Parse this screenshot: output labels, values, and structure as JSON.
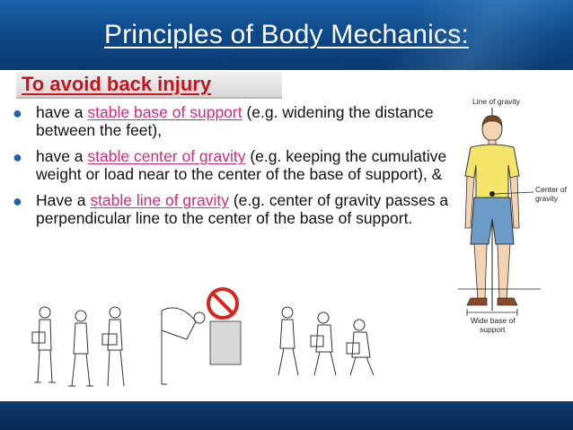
{
  "slide": {
    "title": "Principles of Body Mechanics:",
    "subtitle": "To avoid back injury",
    "bullets": [
      {
        "prefix": "have a ",
        "link": "stable base of support",
        "suffix": " (e.g. widening the distance between the feet),"
      },
      {
        "prefix": "have a ",
        "link": "stable center of gravity",
        "suffix": " (e.g. keeping the cumulative weight or load near to the center of the base of support), &"
      },
      {
        "prefix": "Have a ",
        "link": "stable line of gravity",
        "suffix": " (e.g. center of gravity passes a perpendicular line to the center of the base of support."
      }
    ]
  },
  "figure": {
    "line_of_gravity": "Line of gravity",
    "center_of_gravity_1": "Center of",
    "center_of_gravity_2": "gravity",
    "wide_base_1": "Wide base of",
    "wide_base_2": "support"
  },
  "icons": {
    "bullet": "bullet-dot-icon",
    "prohibited": "prohibited-sign-icon"
  },
  "colors": {
    "header_blue": "#0f4a8a",
    "title_white": "#ffffff",
    "subtitle_red": "#c4161c",
    "link_pink": "#d32a7a",
    "bullet_blue": "#1f5fb0",
    "shirt_yellow": "#f4e46a",
    "shorts_blue": "#6b9bc6"
  }
}
